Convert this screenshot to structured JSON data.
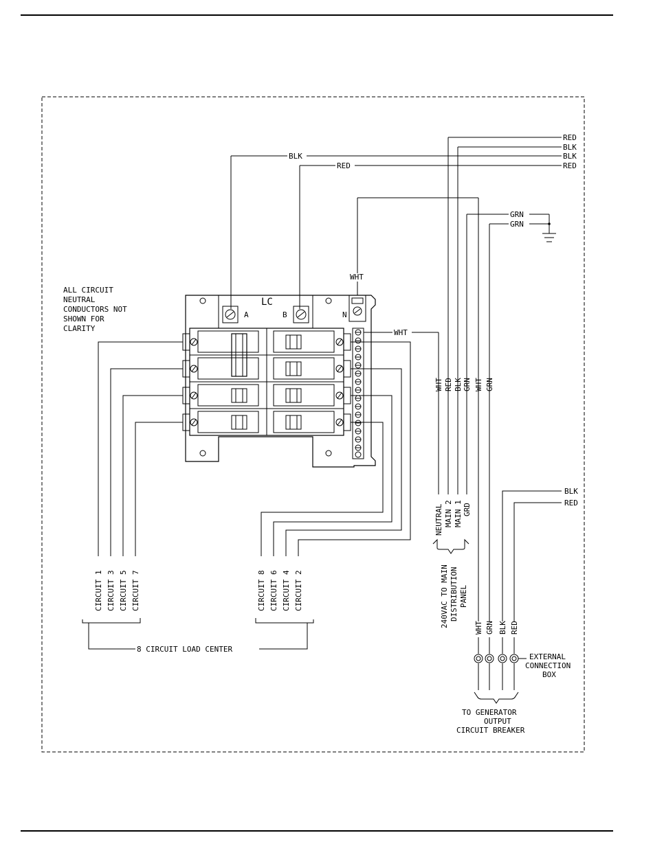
{
  "colors": {
    "ink": "#000000",
    "paper": "#ffffff"
  },
  "wire_labels": {
    "red": "RED",
    "blk": "BLK",
    "grn": "GRN",
    "wht": "WHT",
    "grd": "GRD"
  },
  "load_center": {
    "label": "LC",
    "terminal_a": "A",
    "terminal_b": "B",
    "terminal_n": "N"
  },
  "note": [
    "ALL CIRCUIT",
    "NEUTRAL",
    "CONDUCTORS NOT",
    "SHOWN FOR",
    "CLARITY"
  ],
  "circuits_left": [
    "CIRCUIT 1",
    "CIRCUIT 3",
    "CIRCUIT 5",
    "CIRCUIT 7"
  ],
  "circuits_right": [
    "CIRCUIT 8",
    "CIRCUIT 6",
    "CIRCUIT 4",
    "CIRCUIT 2"
  ],
  "load_center_caption": "8 CIRCUIT LOAD CENTER",
  "main_panel": {
    "leads": [
      "NEUTRAL",
      "MAIN 2",
      "MAIN 1",
      "GRD"
    ],
    "caption": [
      "240VAC TO MAIN",
      "DISTRIBUTION",
      "PANEL"
    ]
  },
  "external_box": [
    "EXTERNAL",
    "CONNECTION",
    "BOX"
  ],
  "generator": [
    "TO GENERATOR",
    "OUTPUT",
    "CIRCUIT BREAKER"
  ]
}
